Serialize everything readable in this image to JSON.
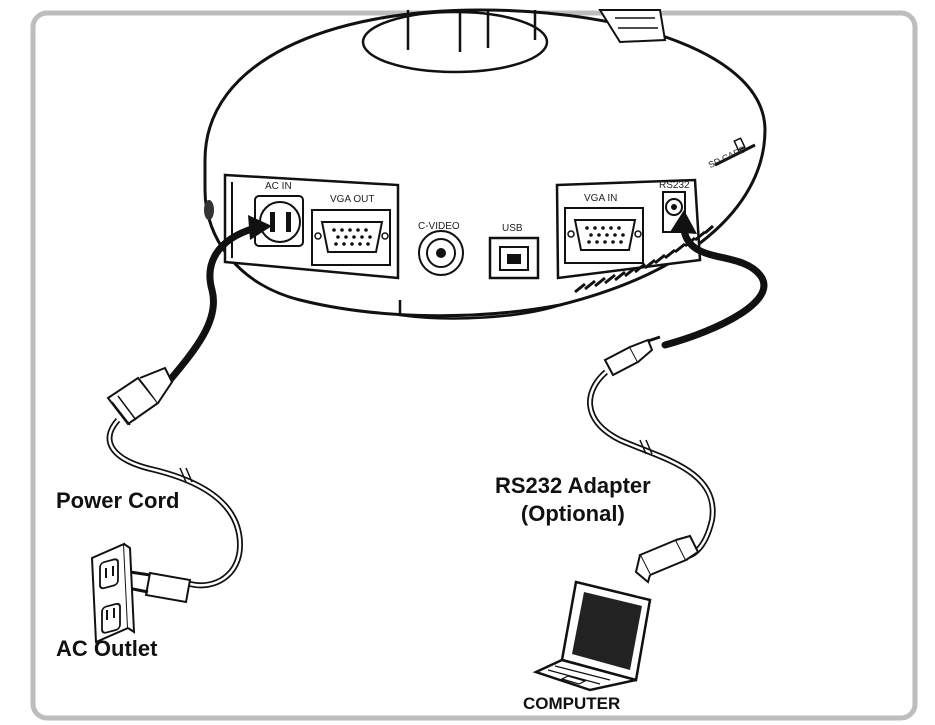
{
  "ports": {
    "ac_in": "AC IN",
    "vga_out": "VGA OUT",
    "c_video": "C-VIDEO",
    "usb": "USB",
    "vga_in": "VGA IN",
    "rs232": "RS232",
    "sd_card": "SD CARD"
  },
  "callouts": {
    "power_cord": "Power Cord",
    "ac_outlet": "AC Outlet",
    "rs232_adapter_line1": "RS232 Adapter",
    "rs232_adapter_line2": "(Optional)",
    "computer": "COMPUTER"
  }
}
